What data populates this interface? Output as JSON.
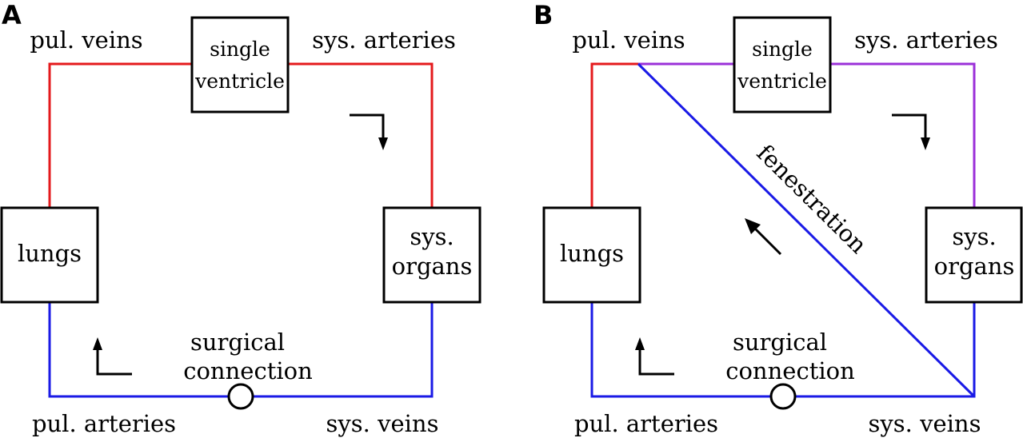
{
  "colors": {
    "oxygenated": "#e41a1c",
    "deoxygenated": "#1a1ae6",
    "mixed": "#9b30d9",
    "outline": "#000000"
  },
  "panel_a": {
    "letter": "A",
    "labels": {
      "pul_veins": "pul. veins",
      "sys_arteries": "sys. arteries",
      "pul_arteries": "pul. arteries",
      "sys_veins": "sys. veins",
      "surgical_line1": "surgical",
      "surgical_line2": "connection"
    },
    "boxes": {
      "ventricle_line1": "single",
      "ventricle_line2": "ventricle",
      "lungs": "lungs",
      "organs_line1": "sys.",
      "organs_line2": "organs"
    }
  },
  "panel_b": {
    "letter": "B",
    "labels": {
      "pul_veins": "pul. veins",
      "sys_arteries": "sys. arteries",
      "pul_arteries": "pul. arteries",
      "sys_veins": "sys. veins",
      "surgical_line1": "surgical",
      "surgical_line2": "connection",
      "fenestration": "fenestration"
    },
    "boxes": {
      "ventricle_line1": "single",
      "ventricle_line2": "ventricle",
      "lungs": "lungs",
      "organs_line1": "sys.",
      "organs_line2": "organs"
    }
  }
}
